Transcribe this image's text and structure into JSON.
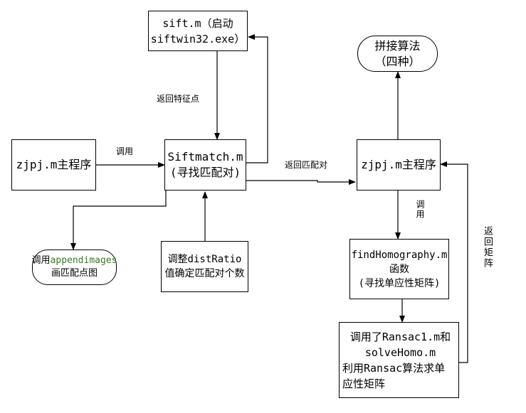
{
  "nodes": {
    "sift_m": {
      "line1": "sift.m（启动",
      "line2": "siftwin32.exe）"
    },
    "zjpj_main_left": {
      "label": "zjpj.m主程序"
    },
    "siftmatch": {
      "line1": "Siftmatch.m",
      "line2": "(寻找匹配对)"
    },
    "appendimages": {
      "prefix": "调用",
      "func": "appendimages",
      "line2": "画匹配点图"
    },
    "distratio": {
      "line1": "调整distRatio",
      "line2": "值确定匹配对个数"
    },
    "stitching": {
      "line1": "拼接算法",
      "line2": "（四种）"
    },
    "zjpj_main_right": {
      "label": "zjpj.m主程序"
    },
    "findhomography": {
      "line1": "findHomography.m",
      "line2": "函数",
      "line3": "(寻找单应性矩阵)"
    },
    "ransac": {
      "line1": "调用了Ransac1.m和",
      "line2": "solveHomo.m",
      "line3": "利用Ransac算法求单",
      "line4": "应性矩阵"
    }
  },
  "edges": {
    "return_features": "返回特征点",
    "call_left": "调用",
    "return_matches": "返回匹配对",
    "call_right": "调用",
    "return_matrix": "返回矩阵"
  }
}
